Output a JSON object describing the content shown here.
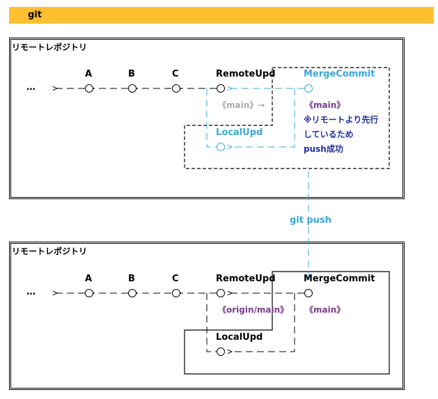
{
  "header": {
    "title": "git"
  },
  "top_repo": {
    "label": "リモートレポジトリ",
    "ellipsis": "…",
    "nodes": {
      "a": "A",
      "b": "B",
      "c": "C",
      "remote_upd": "RemoteUpd",
      "merge_commit": "MergeCommit",
      "local_upd": "LocalUpd"
    },
    "main_ref_grey": "《main》→",
    "main_ref_blue": "《main》",
    "note_line1": "※リモートより先行",
    "note_line2": "しているため",
    "note_line3": "push成功"
  },
  "push_label": "git push",
  "bottom_repo": {
    "label": "リモートレポジトリ",
    "ellipsis": "…",
    "nodes": {
      "a": "A",
      "b": "B",
      "c": "C",
      "remote_upd": "RemoteUpd",
      "merge_commit": "MergeCommit",
      "local_upd": "LocalUpd"
    },
    "origin_main_ref": "《origin/main》",
    "main_ref": "《main》"
  },
  "colors": {
    "header_bg": "#ffc030",
    "blue": "#3aa8d8",
    "navy": "#1f2f9a",
    "purple": "#7a3d8c",
    "grey": "#aaaaaa"
  }
}
